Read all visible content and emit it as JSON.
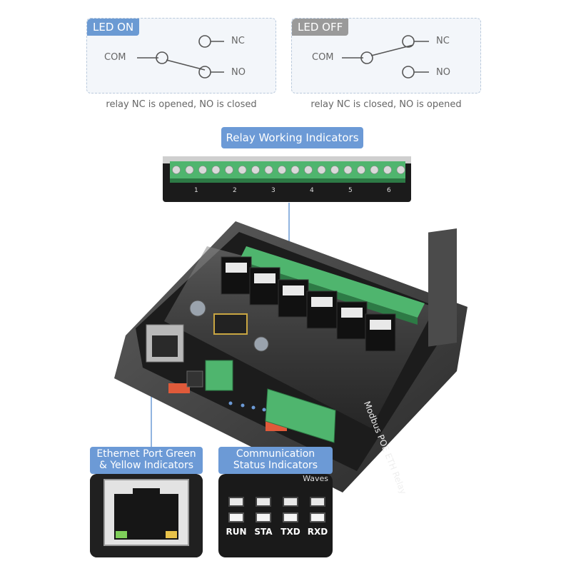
{
  "led_on": {
    "tag": "LED ON",
    "com": "COM",
    "nc": "NC",
    "no": "NO",
    "caption": "relay NC is opened, NO is closed"
  },
  "led_off": {
    "tag": "LED OFF",
    "com": "COM",
    "nc": "NC",
    "no": "NO",
    "caption": "relay NC is closed, NO is opened"
  },
  "callouts": {
    "relay_indicators": "Relay Working Indicators",
    "ethernet_line1": "Ethernet Port Green",
    "ethernet_line2": "& Yellow Indicators",
    "comm_line1": "Communication",
    "comm_line2": "Status Indicators"
  },
  "terminal_numbers": [
    "1",
    "2",
    "3",
    "4",
    "5",
    "6"
  ],
  "device_label": "Modbus POE ETH Relay",
  "status_leds": [
    "RUN",
    "STA",
    "TXD",
    "RXD"
  ],
  "brand_fragment": "Waves",
  "colors": {
    "accent_blue": "#6c9ad6",
    "terminal_green": "#4fb56e",
    "board_black": "#1c1c1c",
    "relay_black": "#111111"
  }
}
